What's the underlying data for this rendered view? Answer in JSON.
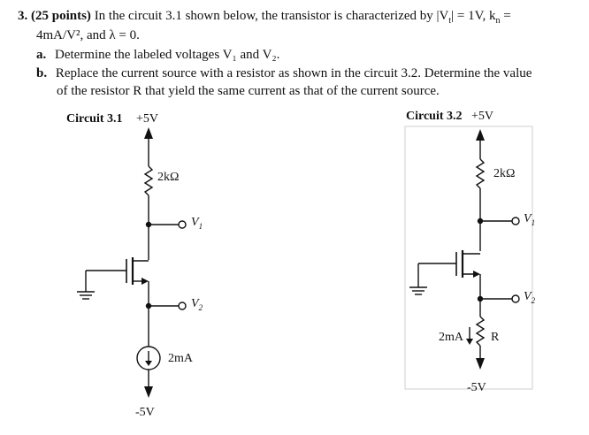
{
  "problem": {
    "number": "3.",
    "points": "(25 points)",
    "stem_line1": "In the circuit 3.1 shown below, the transistor is characterized by |V",
    "stem_line1_sub": "t",
    "stem_line1_end": "| = 1V, k",
    "stem_line1_kn_sub": "n",
    "stem_line1_eq": " =",
    "stem_line2": "4mA/V², and λ = 0.",
    "part_a_letter": "a.",
    "part_a_text": "Determine the labeled voltages V₁ and V₂.",
    "part_b_letter": "b.",
    "part_b_line1": "Replace the current source with a resistor as shown in the circuit 3.2. Determine the value",
    "part_b_line2": "of the resistor R that yield the same current as that of the current source."
  },
  "circuit1": {
    "title": "Circuit 3.1",
    "supply": "+5V",
    "resistor": "2kΩ",
    "node1": "V",
    "node1_sub": "1",
    "node2": "V",
    "node2_sub": "2",
    "current_source": "2mA",
    "neg_supply": "-5V"
  },
  "circuit2": {
    "title": "Circuit 3.2",
    "supply": "+5V",
    "resistor": "2kΩ",
    "node1": "V",
    "node1_sub": "1",
    "node2": "V",
    "node2_sub": "2",
    "current_label": "2mA",
    "resistor_r": "R",
    "neg_supply": "-5V"
  }
}
